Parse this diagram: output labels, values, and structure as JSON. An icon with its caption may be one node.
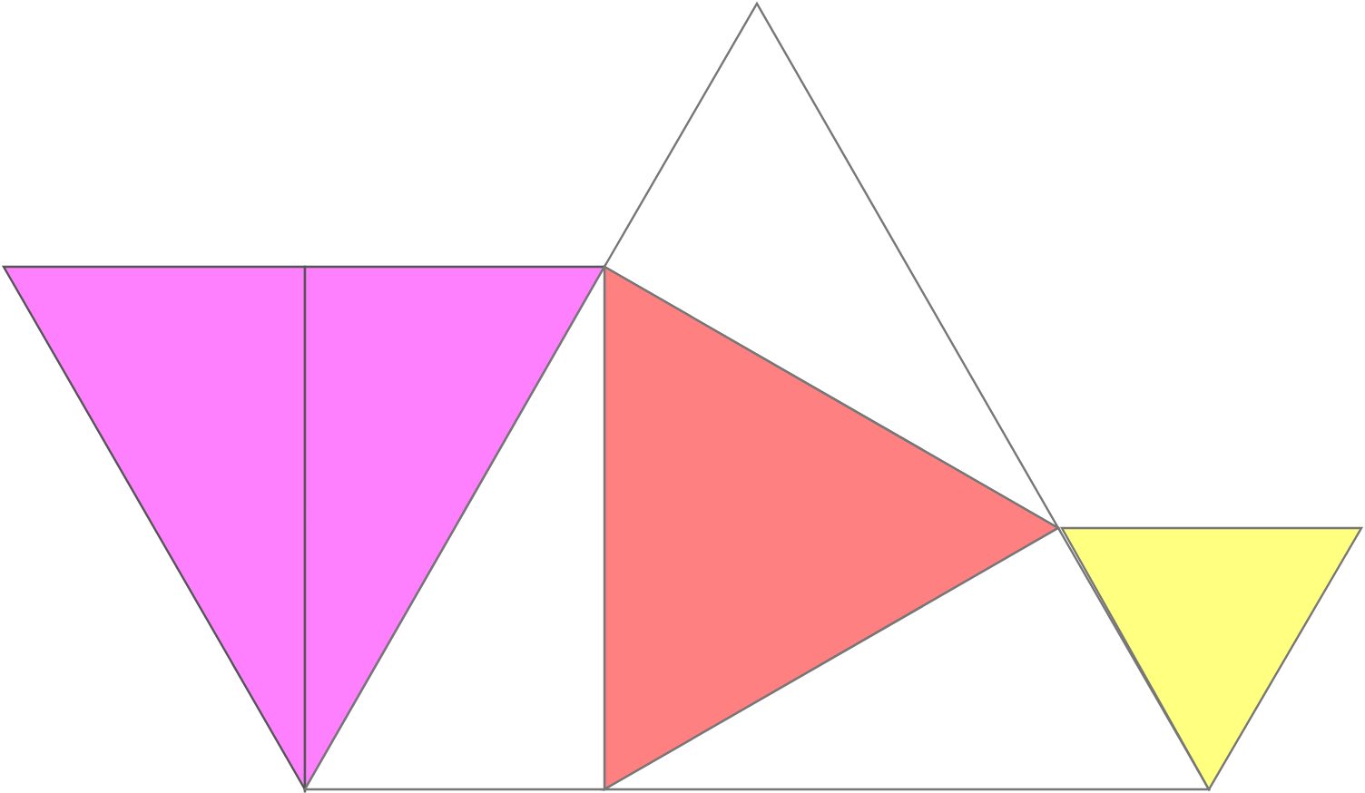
{
  "diagram": {
    "nodes": [
      {
        "text": [],
        "shape": "triangle"
      },
      {
        "text": [],
        "shape": "triangle"
      },
      {
        "text": [],
        "shape": "triangle"
      },
      {
        "text": [],
        "shape": "triangle"
      },
      {
        "text": [],
        "shape": "triangle"
      },
      {
        "text": [],
        "shape": "triangle"
      },
      {
        "text": [],
        "shape": "triangle"
      }
    ]
  }
}
